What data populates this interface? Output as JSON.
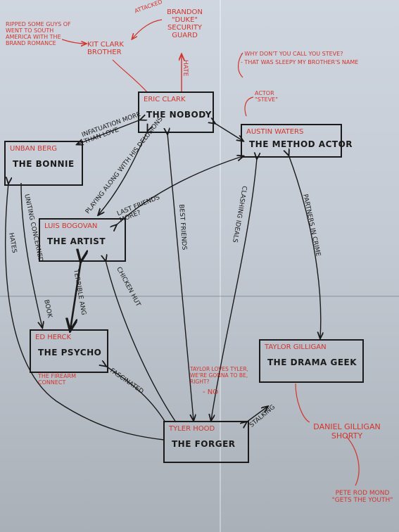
{
  "nodes": [
    {
      "id": "eric",
      "name": "ERIC CLARK",
      "role": "THE NOBODY"
    },
    {
      "id": "austin",
      "name": "AUSTIN WATERS",
      "role": "THE METHOD ACTOR"
    },
    {
      "id": "unban",
      "name": "UNBAN BERG",
      "role": "THE BONNIE"
    },
    {
      "id": "luis",
      "name": "LUIS BOGOVAN",
      "role": "THE ARTIST"
    },
    {
      "id": "ed",
      "name": "ED HERCK",
      "role": "THE PSYCHO"
    },
    {
      "id": "taylor",
      "name": "TAYLOR GILLIGAN",
      "role": "THE DRAMA GEEK"
    },
    {
      "id": "tyler",
      "name": "TYLER HOOD",
      "role": "THE FORGER"
    }
  ],
  "edges": [
    {
      "id": "eric-unban",
      "label": "INFATUATION MORE THAN LOVE"
    },
    {
      "id": "eric-luis",
      "label": "PLAYING ALONG WITH HIS DELUSIONS"
    },
    {
      "id": "eric-tyler",
      "label": "BEST FRIENDS"
    },
    {
      "id": "eric-austin",
      "label": ""
    },
    {
      "id": "luis-austin",
      "label": "LAST FRIENDS MORE?"
    },
    {
      "id": "austin-tyler",
      "label": "CLASHING IDEALS"
    },
    {
      "id": "austin-taylor",
      "label": "PARTNERS IN CRIME"
    },
    {
      "id": "unban-ed",
      "label": "UNITING CONCERNED"
    },
    {
      "id": "unban-ed-2",
      "label": "BOOK"
    },
    {
      "id": "luis-ed",
      "label": "TERRIBLE ANG"
    },
    {
      "id": "luis-tyler",
      "label": "CHICKEN HUT"
    },
    {
      "id": "ed-tyler",
      "label": "FASCINATED"
    },
    {
      "id": "tyler-taylor",
      "label": "STALKING"
    },
    {
      "id": "unban-tyler",
      "label": "HATES"
    },
    {
      "id": "eric-brandon",
      "label": "HATE"
    }
  ],
  "notes": {
    "kit_clark": "KIT CLARK BROTHER",
    "kit_note": "RIPPED SOME GUYS OF WENT TO SOUTH AMERICA WITH THE BRAND ROMANCE",
    "attacked": "ATTACKED",
    "brandon": "BRANDON \"DUKE\" SECURITY GUARD",
    "austin_note1": "- WHY DON'T YOU CALL YOU STEVE?",
    "austin_note2": "- THAT WAS SLEEPY MY BROTHER'S NAME",
    "actor_steve": "ACTOR \"STEVE\"",
    "firearm": "THE FIREARM CONNECT",
    "tyler_q": "TAYLOR LOVES TYLER, WE'RE GONNA TO BE, RIGHT?",
    "no": "- NO",
    "daniel": "DANIEL GILLIGAN SHORTY",
    "peterod": "PETE ROD MOND \"GETS THE YOUTH\""
  }
}
